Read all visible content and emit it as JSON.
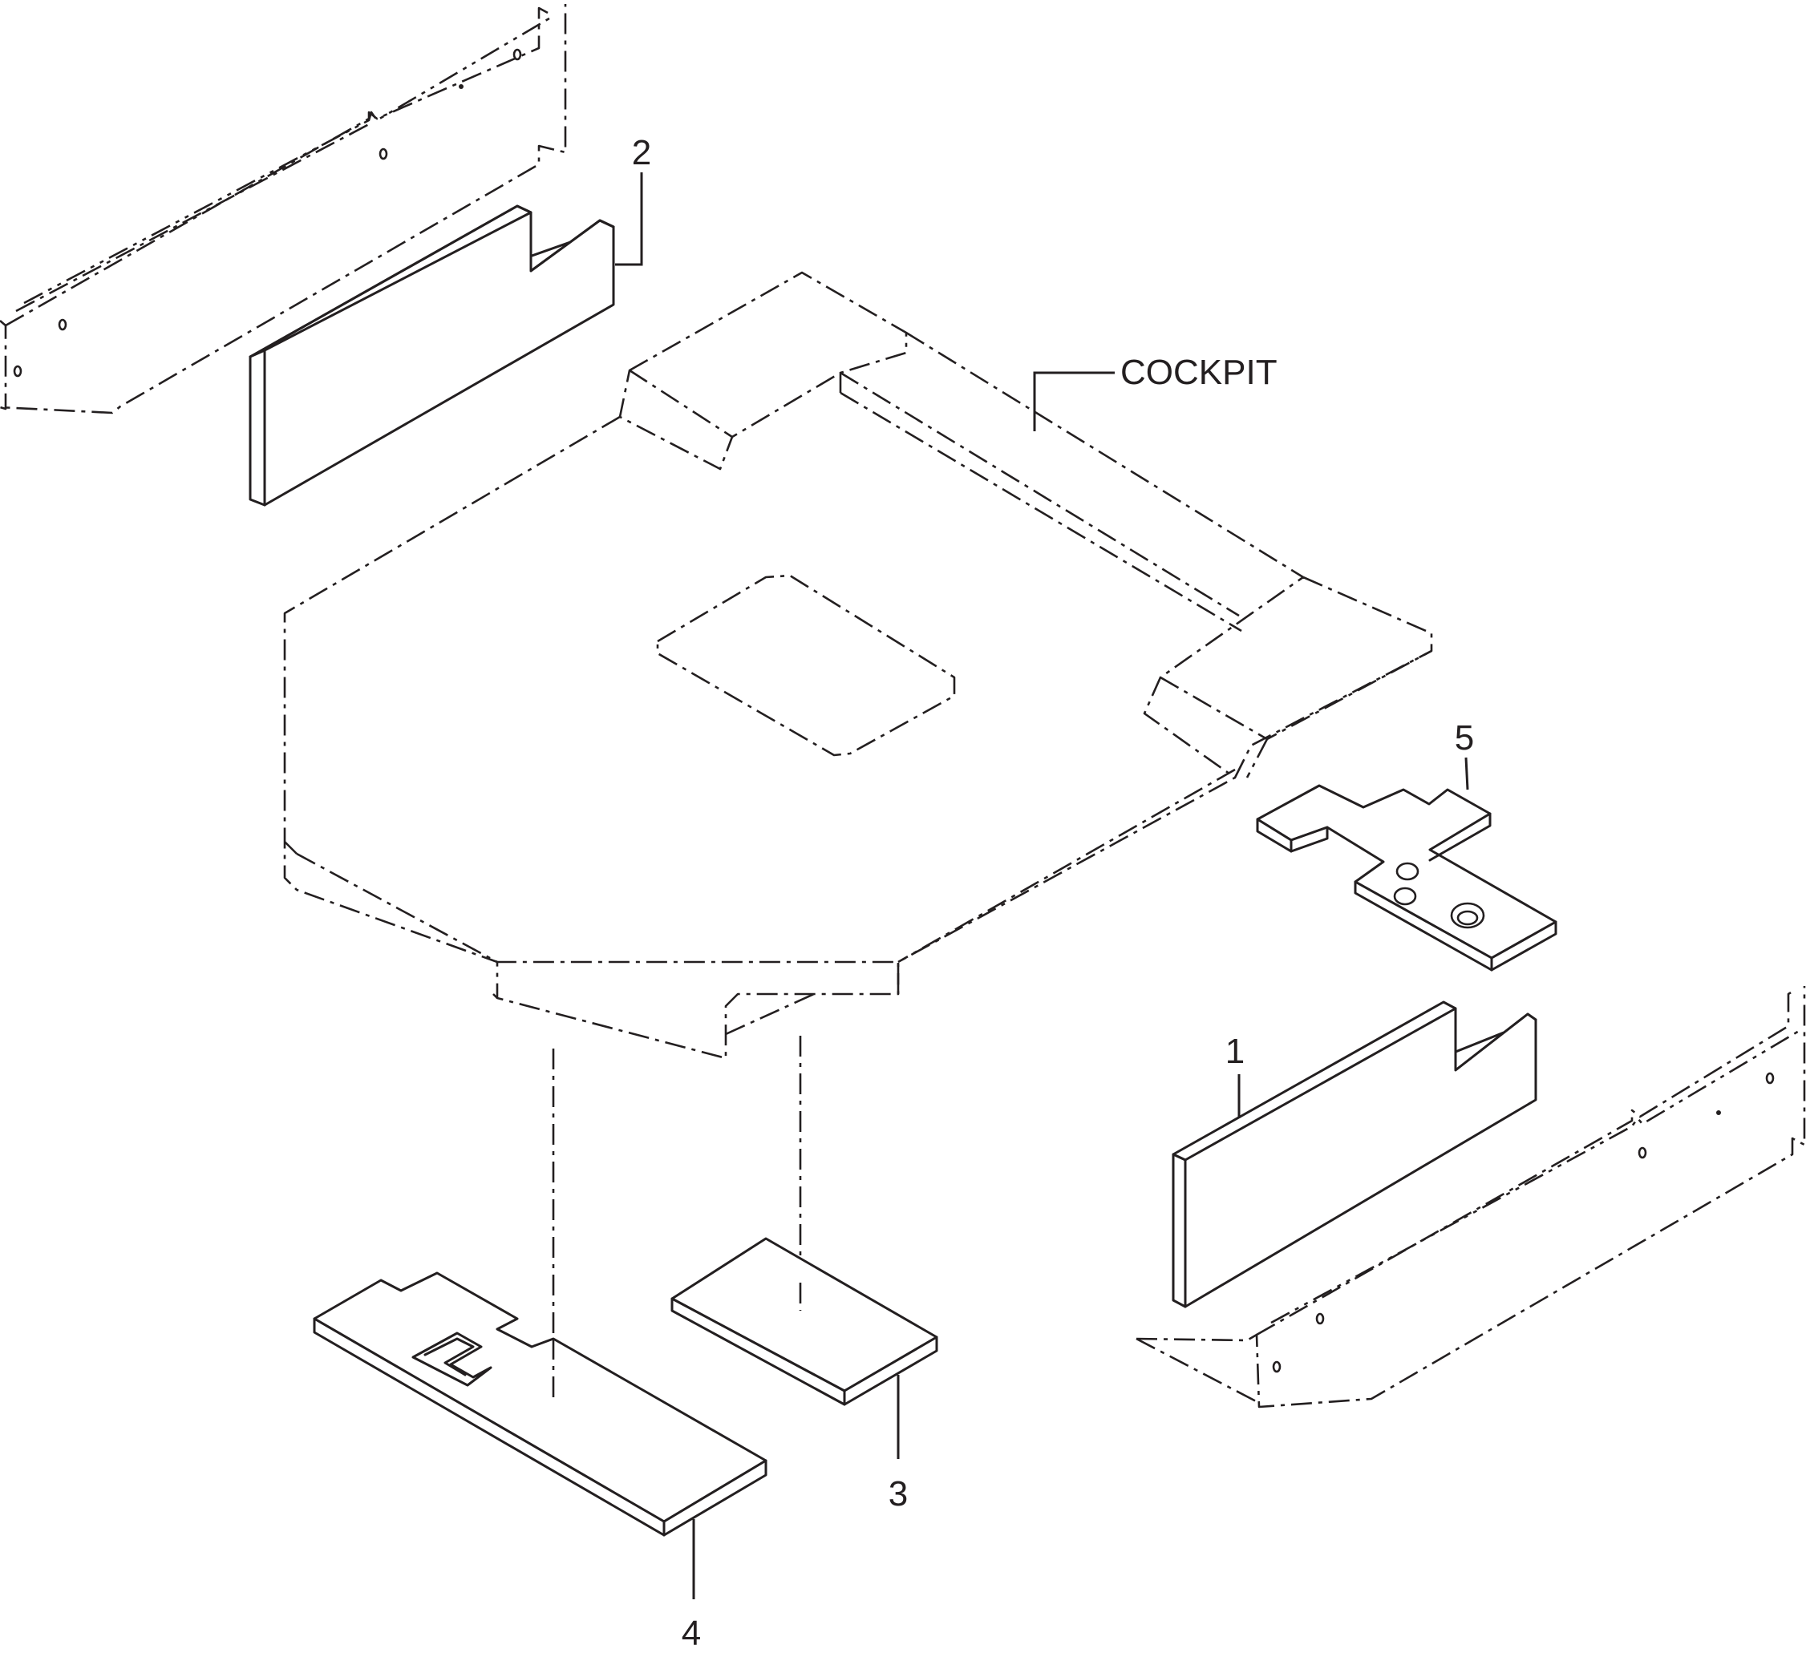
{
  "callouts": {
    "item_1": "1",
    "item_2": "2",
    "item_3": "3",
    "item_4": "4",
    "item_5": "5",
    "cockpit": "COCKPIT"
  },
  "colors": {
    "line": "#231f20",
    "background": "#ffffff"
  }
}
